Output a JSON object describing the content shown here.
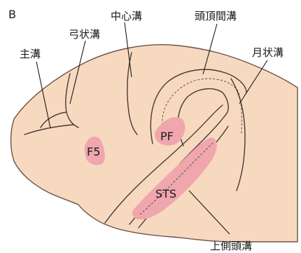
{
  "panel_label": "B",
  "colors": {
    "brain_fill": "#f7d9c0",
    "brain_outline": "#6b5246",
    "area_fill": "#f0a6ad",
    "sulcus_stroke": "#4a3a32"
  },
  "sulci_labels": {
    "principal": "主溝",
    "arcuate": "弓状溝",
    "central": "中心溝",
    "intraparietal": "頭頂間溝",
    "lunate": "月状溝",
    "superior_temporal": "上側頭溝"
  },
  "areas": {
    "f5": "F5",
    "pf": "PF",
    "sts": "STS"
  }
}
